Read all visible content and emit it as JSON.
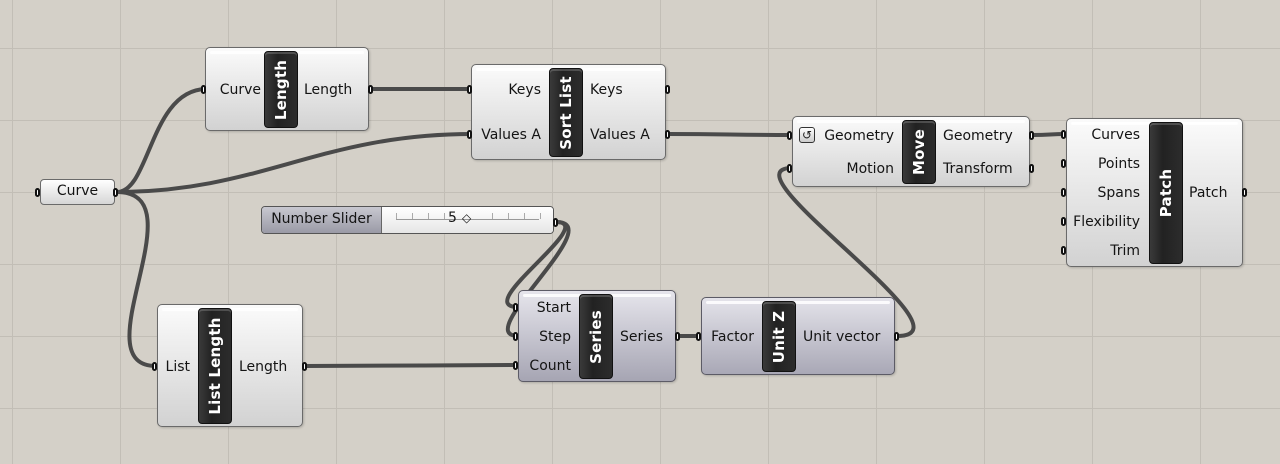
{
  "canvas": {
    "background": "#d4d0c8",
    "grid": true
  },
  "params": {
    "curve": {
      "label": "Curve"
    },
    "number_slider": {
      "name": "Number Slider",
      "value": "5",
      "knob": "◇"
    }
  },
  "components": {
    "length": {
      "title": "Length",
      "inputs": [
        "Curve"
      ],
      "outputs": [
        "Length"
      ]
    },
    "sort_list": {
      "title": "Sort List",
      "inputs": [
        "Keys",
        "Values A"
      ],
      "outputs": [
        "Keys",
        "Values A"
      ]
    },
    "move": {
      "title": "Move",
      "inputs": [
        "Geometry",
        "Motion"
      ],
      "outputs": [
        "Geometry",
        "Transform"
      ],
      "icon": "reset-icon"
    },
    "patch": {
      "title": "Patch",
      "inputs": [
        "Curves",
        "Points",
        "Spans",
        "Flexibility",
        "Trim"
      ],
      "outputs": [
        "Patch"
      ]
    },
    "list_length": {
      "title": "List Length",
      "inputs": [
        "List"
      ],
      "outputs": [
        "Length"
      ]
    },
    "series": {
      "title": "Series",
      "inputs": [
        "Start",
        "Step",
        "Count"
      ],
      "outputs": [
        "Series"
      ]
    },
    "unit_z": {
      "title": "Unit Z",
      "inputs": [
        "Factor"
      ],
      "outputs": [
        "Unit vector"
      ]
    }
  },
  "colors": {
    "wire": "#4a4a4a",
    "component_face": "#e2e2e2",
    "component_bar": "#2a2a2a",
    "selected_face": "#b0afbd"
  }
}
